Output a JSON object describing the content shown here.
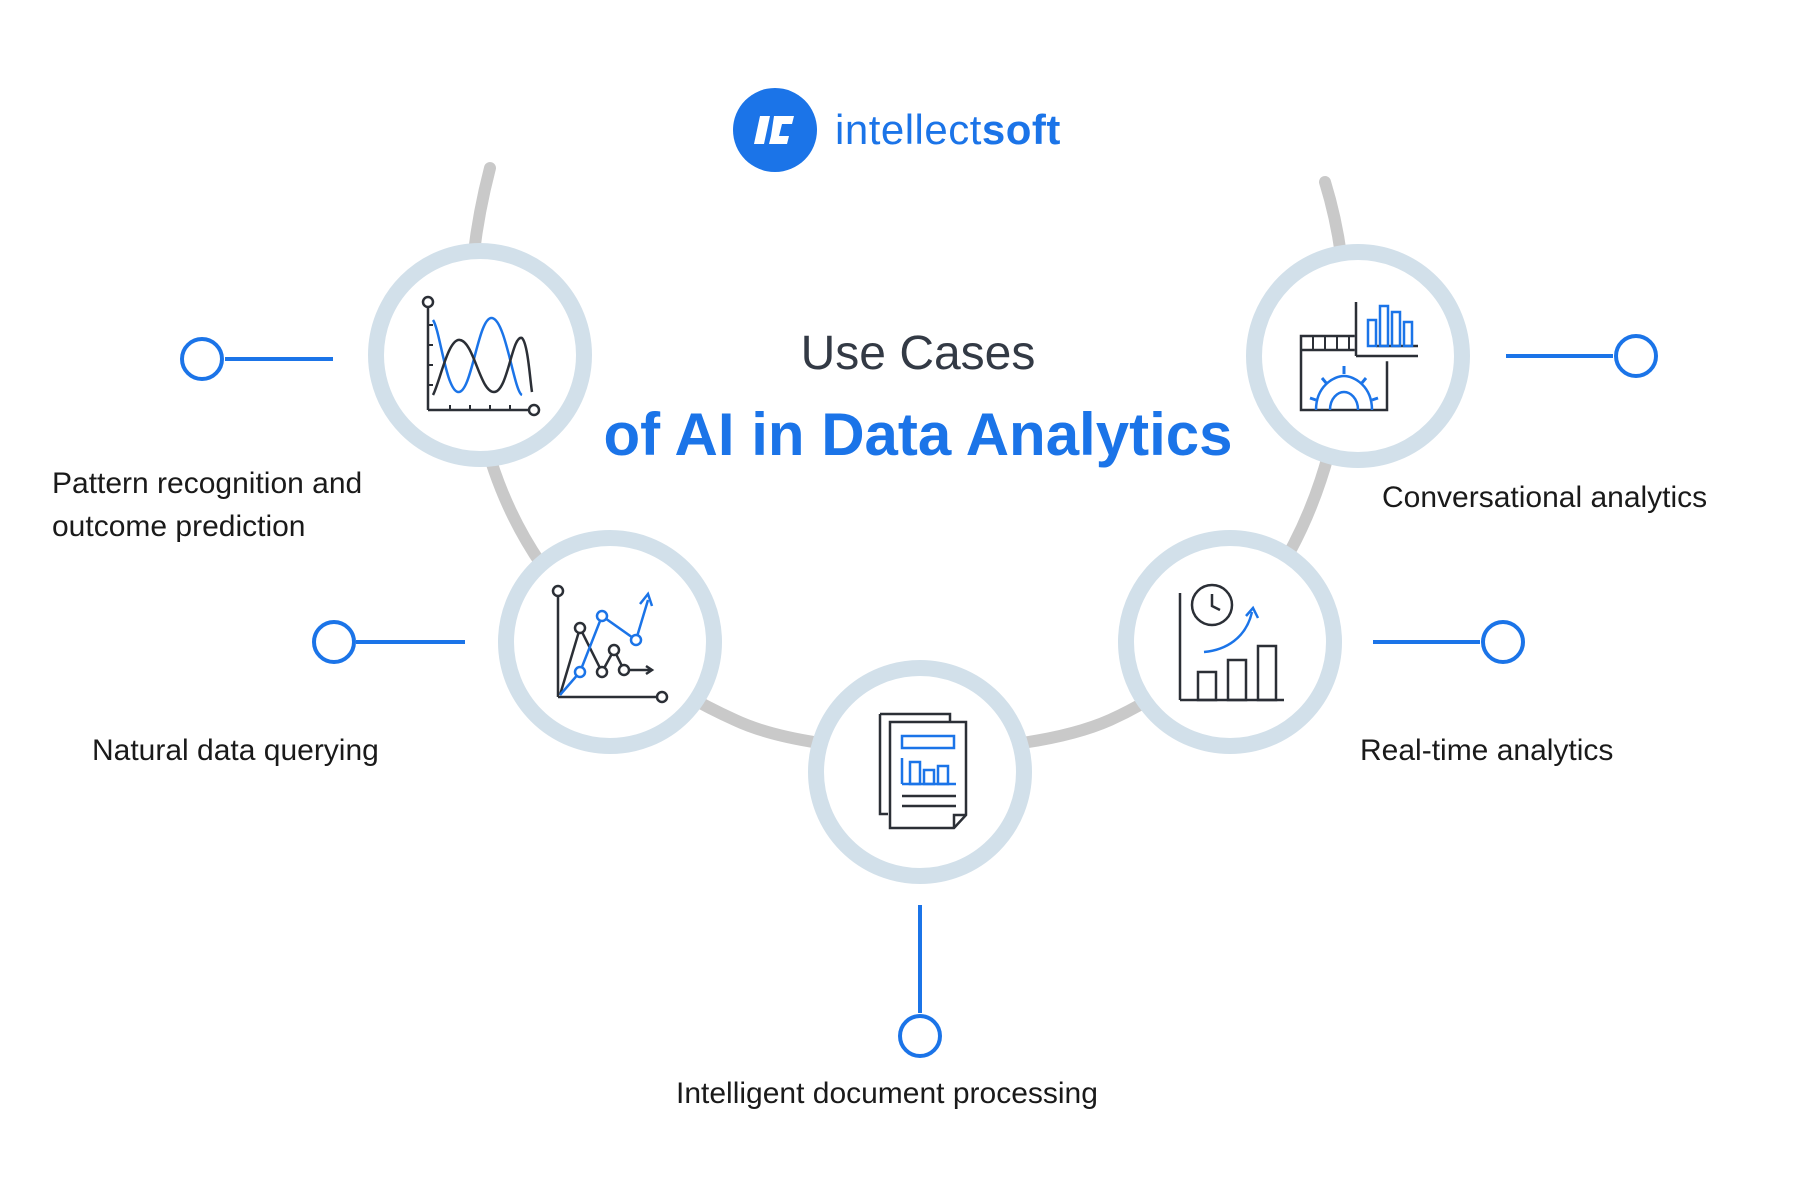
{
  "brand": {
    "logo_text_light": "intellect",
    "logo_text_bold": "soft",
    "accent_color": "#1b74e8",
    "ring_color": "#d2e0ea",
    "arc_color": "#c9c9c9"
  },
  "title": {
    "line1": "Use Cases",
    "line2": "of AI in Data Analytics"
  },
  "use_cases": [
    {
      "label_line1": "Pattern recognition and",
      "label_line2": "outcome prediction",
      "icon": "wave-chart-icon"
    },
    {
      "label_line1": "Natural data querying",
      "label_line2": "",
      "icon": "scatter-line-chart-icon"
    },
    {
      "label_line1": "Intelligent document processing",
      "label_line2": "",
      "icon": "document-chart-icon"
    },
    {
      "label_line1": "Real-time analytics",
      "label_line2": "",
      "icon": "clock-bar-chart-icon"
    },
    {
      "label_line1": "Conversational analytics",
      "label_line2": "",
      "icon": "dashboard-gear-icon"
    }
  ]
}
